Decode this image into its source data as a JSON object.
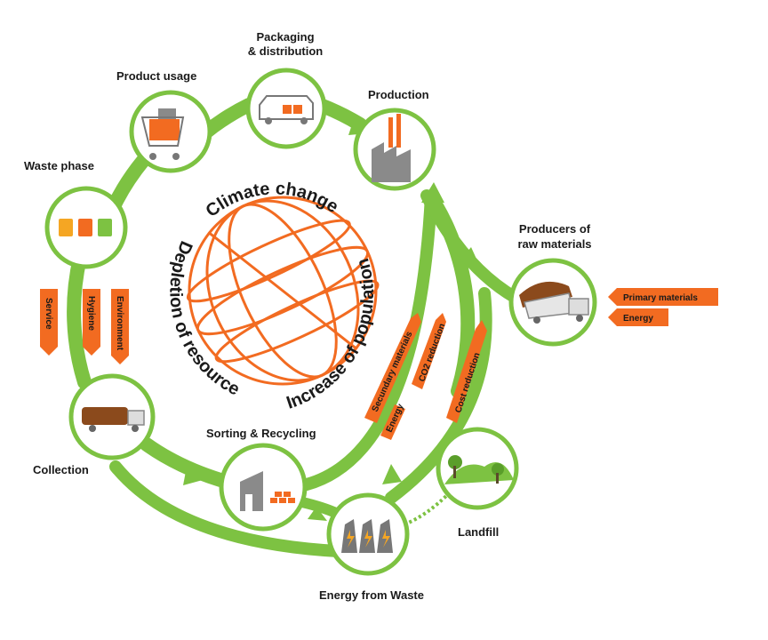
{
  "colors": {
    "green": "#7dc242",
    "orange": "#f26b21",
    "grey": "#8a8a8a",
    "text": "#1a1a1a"
  },
  "center": {
    "climate": "Climate change",
    "depletion": "Depletion of resources",
    "population": "Increase of population",
    "icon": "globe-icon"
  },
  "nodes": {
    "packaging": {
      "line1": "Packaging",
      "line2": "& distribution",
      "icon": "van-icon"
    },
    "production": {
      "label": "Production",
      "icon": "factory-icon"
    },
    "usage": {
      "label": "Product usage",
      "icon": "shopping-cart-icon"
    },
    "waste": {
      "label": "Waste phase",
      "icon": "bins-icon"
    },
    "raw": {
      "line1": "Producers of",
      "line2": "raw materials",
      "icon": "dump-truck-icon"
    },
    "collection": {
      "label": "Collection",
      "icon": "truck-icon"
    },
    "sorting": {
      "label": "Sorting & Recycling",
      "icon": "recycling-plant-icon"
    },
    "energy": {
      "label": "Energy from Waste",
      "icon": "power-plant-icon"
    },
    "landfill": {
      "label": "Landfill",
      "icon": "landfill-icon"
    }
  },
  "tags": {
    "service": "Service",
    "hygiene": "Hygiene",
    "environment": "Environment",
    "secondary": "Secundary materials",
    "energy_in": "Energy",
    "co2": "CO2 reduction",
    "cost": "Cost reduction",
    "primary": "Primary materials",
    "energy_raw": "Energy"
  }
}
